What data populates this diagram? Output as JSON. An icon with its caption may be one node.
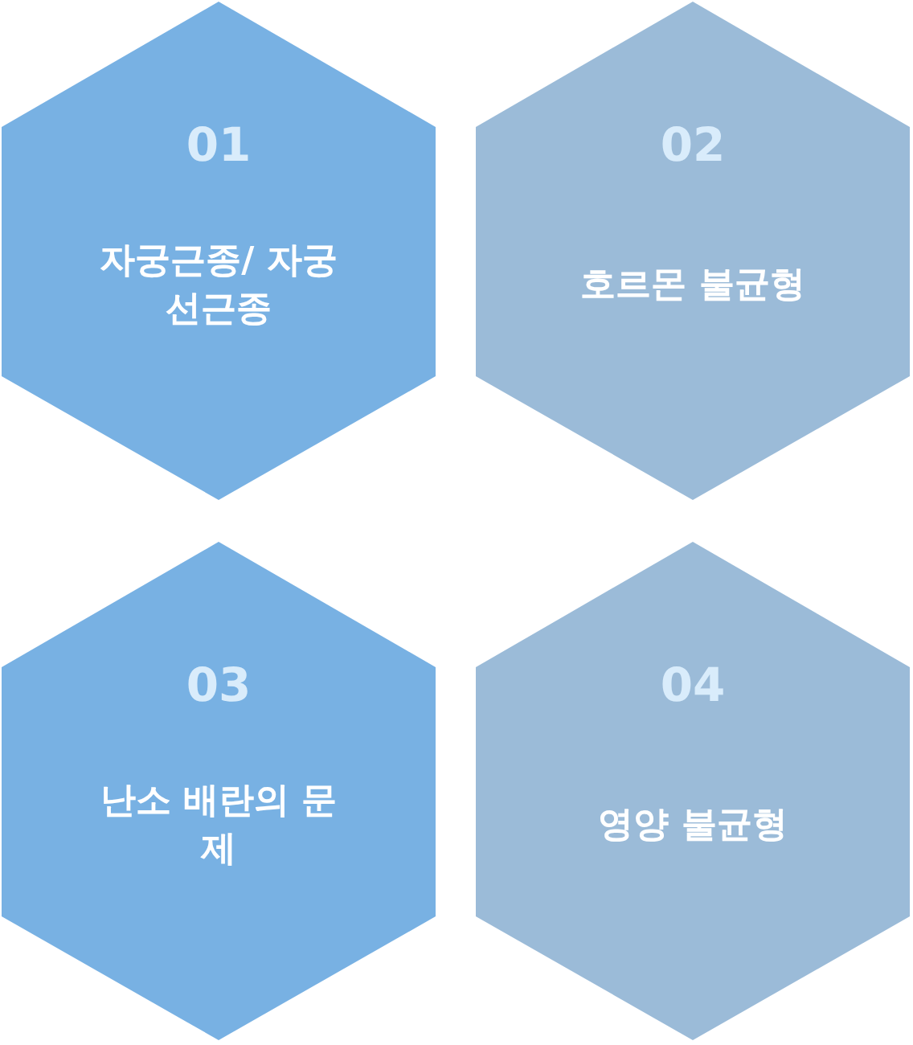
{
  "diagram": {
    "nodes": [
      {
        "text": [
          "01",
          "자궁근종/ 자궁선근종"
        ]
      },
      {
        "text": [
          "02",
          "호르몬 불균형"
        ]
      },
      {
        "text": [
          "03",
          "난소 배란의 문제"
        ]
      },
      {
        "text": [
          "04",
          "영양 불균형"
        ]
      }
    ]
  }
}
